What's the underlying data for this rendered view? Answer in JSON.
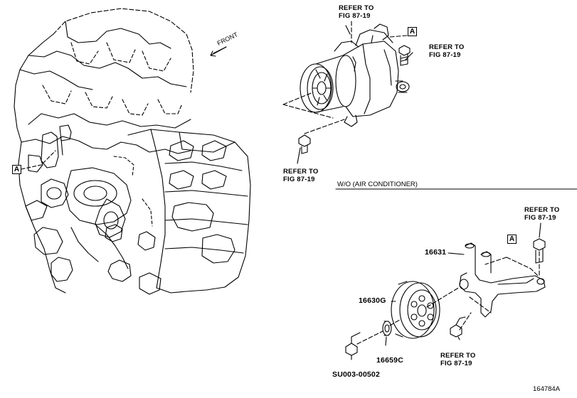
{
  "labels": {
    "front": "FRONT",
    "section_title": "W/O (AIR CONDITIONER)",
    "ref_top_line1": "REFER TO",
    "ref_top_line2": "FIG 87-19",
    "ref_right_line1": "REFER TO",
    "ref_right_line2": "FIG 87-19",
    "ref_bolt_line1": "REFER TO",
    "ref_bolt_line2": "FIG 87-19",
    "ref_lower_right_line1": "REFER TO",
    "ref_lower_right_line2": "FIG 87-19",
    "ref_lower_bottom_line1": "REFER TO",
    "ref_lower_bottom_line2": "FIG 87-19",
    "marker_a": "A",
    "part_16631": "16631",
    "part_16630g": "16630G",
    "part_16659c": "16659C",
    "part_su003": "SU003-00502",
    "doc_id": "164784A"
  }
}
